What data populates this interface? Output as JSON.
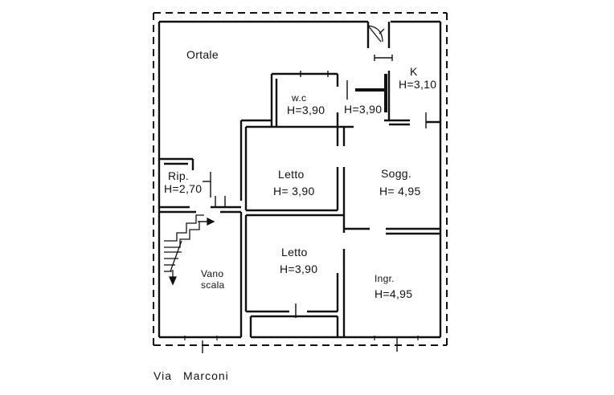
{
  "rooms": {
    "ortale": "Ortale",
    "wc": {
      "name": "w.c",
      "height": "H=3,90"
    },
    "disimpegno": {
      "height": "H=3,90"
    },
    "kitchen": {
      "name": "K",
      "height": "H=3,10"
    },
    "ripostiglio": {
      "name": "Rip.",
      "height": "H=2,70"
    },
    "letto_top": {
      "name": "Letto",
      "height": "H= 3,90"
    },
    "soggiorno": {
      "name": "Sogg.",
      "height": "H= 4,95"
    },
    "vano_scala": {
      "name": "Vano",
      "name2": "scala"
    },
    "letto_bottom": {
      "name": "Letto",
      "height": "H=3,90"
    },
    "ingresso": {
      "name": "Ingr.",
      "height": "H=4,95"
    }
  },
  "street": {
    "word1": "Via",
    "word2": "Marconi"
  },
  "colors": {
    "ink": "#111111",
    "paper": "#ffffff"
  }
}
